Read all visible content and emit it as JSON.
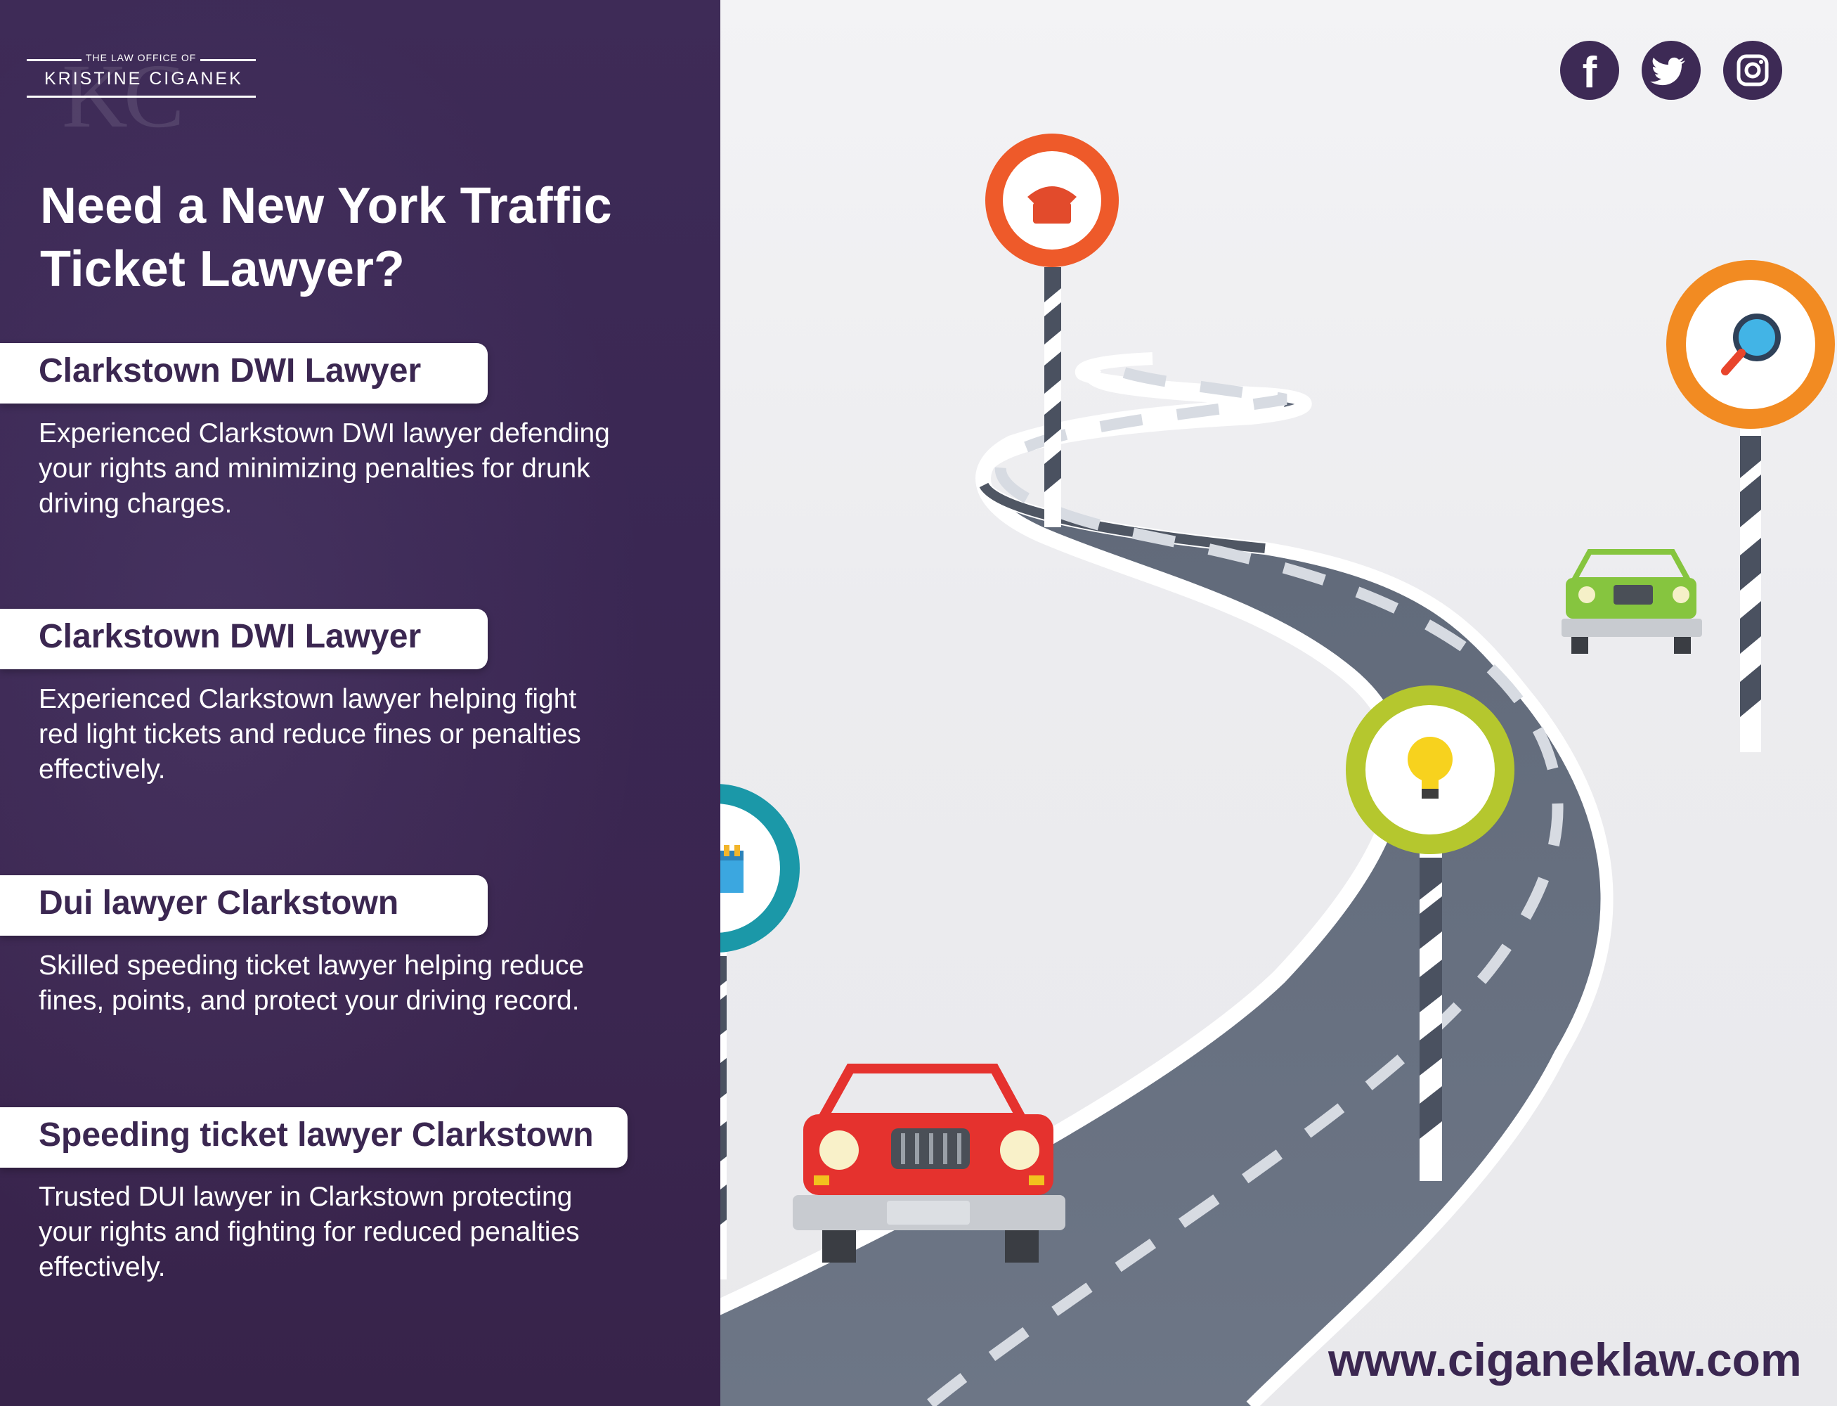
{
  "logo": {
    "top_text": "THE LAW OFFICE OF",
    "name": "KRISTINE CIGANEK",
    "monogram": "KC"
  },
  "heading": {
    "line1": "Need a New York Traffic",
    "line2": "Ticket Lawyer?"
  },
  "sections": [
    {
      "title": "Clarkstown DWI Lawyer",
      "lines": [
        "Experienced Clarkstown DWI lawyer defending",
        "your rights and minimizing penalties for drunk",
        "driving charges."
      ]
    },
    {
      "title": "Clarkstown DWI Lawyer",
      "lines": [
        "Experienced Clarkstown lawyer helping fight",
        "red light tickets and reduce fines or penalties",
        "effectively."
      ]
    },
    {
      "title": "Dui lawyer Clarkstown",
      "lines": [
        "Skilled speeding ticket lawyer helping reduce",
        "fines, points, and protect your driving record."
      ]
    },
    {
      "title": "Speeding ticket lawyer Clarkstown",
      "lines": [
        "Trusted DUI lawyer in Clarkstown protecting",
        "your rights and fighting for reduced penalties",
        "effectively."
      ]
    }
  ],
  "social": {
    "facebook_glyph": "f",
    "icons": [
      "facebook-icon",
      "twitter-icon",
      "instagram-icon"
    ]
  },
  "signs": [
    "phone-icon",
    "magnifier-icon",
    "lightbulb-icon",
    "calendar-icon"
  ],
  "website": "www.ciganeklaw.com",
  "colors": {
    "panel": "#3e2b57",
    "road": "#6b7483",
    "sign_phone": "#ee5a2a",
    "sign_search": "#f28b22",
    "sign_bulb": "#b5c72e",
    "sign_calendar": "#1b98a8",
    "car_red": "#e5322e",
    "car_green": "#86c53f"
  }
}
